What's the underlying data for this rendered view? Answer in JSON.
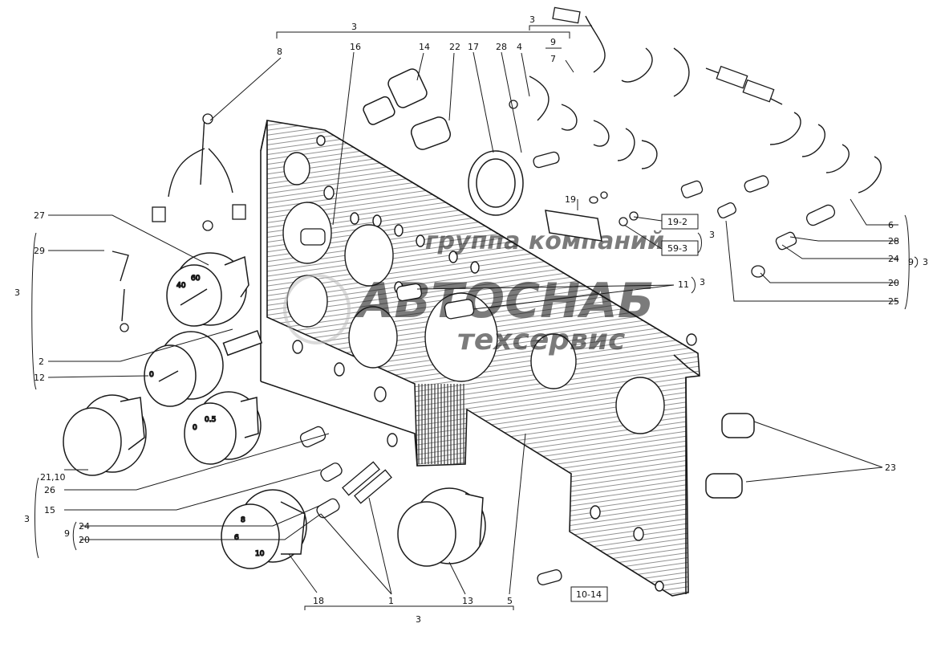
{
  "diagram": {
    "colors": {
      "ink": "#1a1a1a",
      "paper": "#ffffff",
      "hatch": "#6b6b6b",
      "watermark": "#bdbdbd"
    },
    "watermark": {
      "line1": "группа компаний",
      "line2": "АВТОСНАБ",
      "line3": "техсервис"
    },
    "labels": {
      "n3_top": "3",
      "n3_top_right": "3",
      "n8": "8",
      "n16": "16",
      "n14": "14",
      "n22": "22",
      "n17": "17",
      "n28_top": "28",
      "n4": "4",
      "n9_top": "9",
      "n7": "7",
      "n27": "27",
      "n29": "29",
      "n3_left": "3",
      "n2": "2",
      "n12": "12",
      "n21_10": "21,10",
      "n26": "26",
      "n15": "15",
      "n3_left_lower": "3",
      "n9_left": "9",
      "n24_left": "24",
      "n20_left": "20",
      "n18": "18",
      "n1": "1",
      "n13": "13",
      "n5": "5",
      "n3_bottom": "3",
      "n19": "19",
      "box_19_2": "19-2",
      "box_59_3": "59-3",
      "n3_mid": "3",
      "n11": "11",
      "n3_11": "3",
      "n6": "6",
      "n28_right": "28",
      "n24_right": "24",
      "n20_right": "20",
      "n25": "25",
      "n9_right": "9",
      "n3_right": "3",
      "n23": "23",
      "box_10_14": "10-14"
    },
    "gauge_marks": {
      "g27_a": "40",
      "g27_b": "60",
      "g12_a": "0",
      "g26_a": "0",
      "g26_b": "0.5",
      "g18_a": "8",
      "g18_b": "6",
      "g18_c": "10"
    }
  }
}
